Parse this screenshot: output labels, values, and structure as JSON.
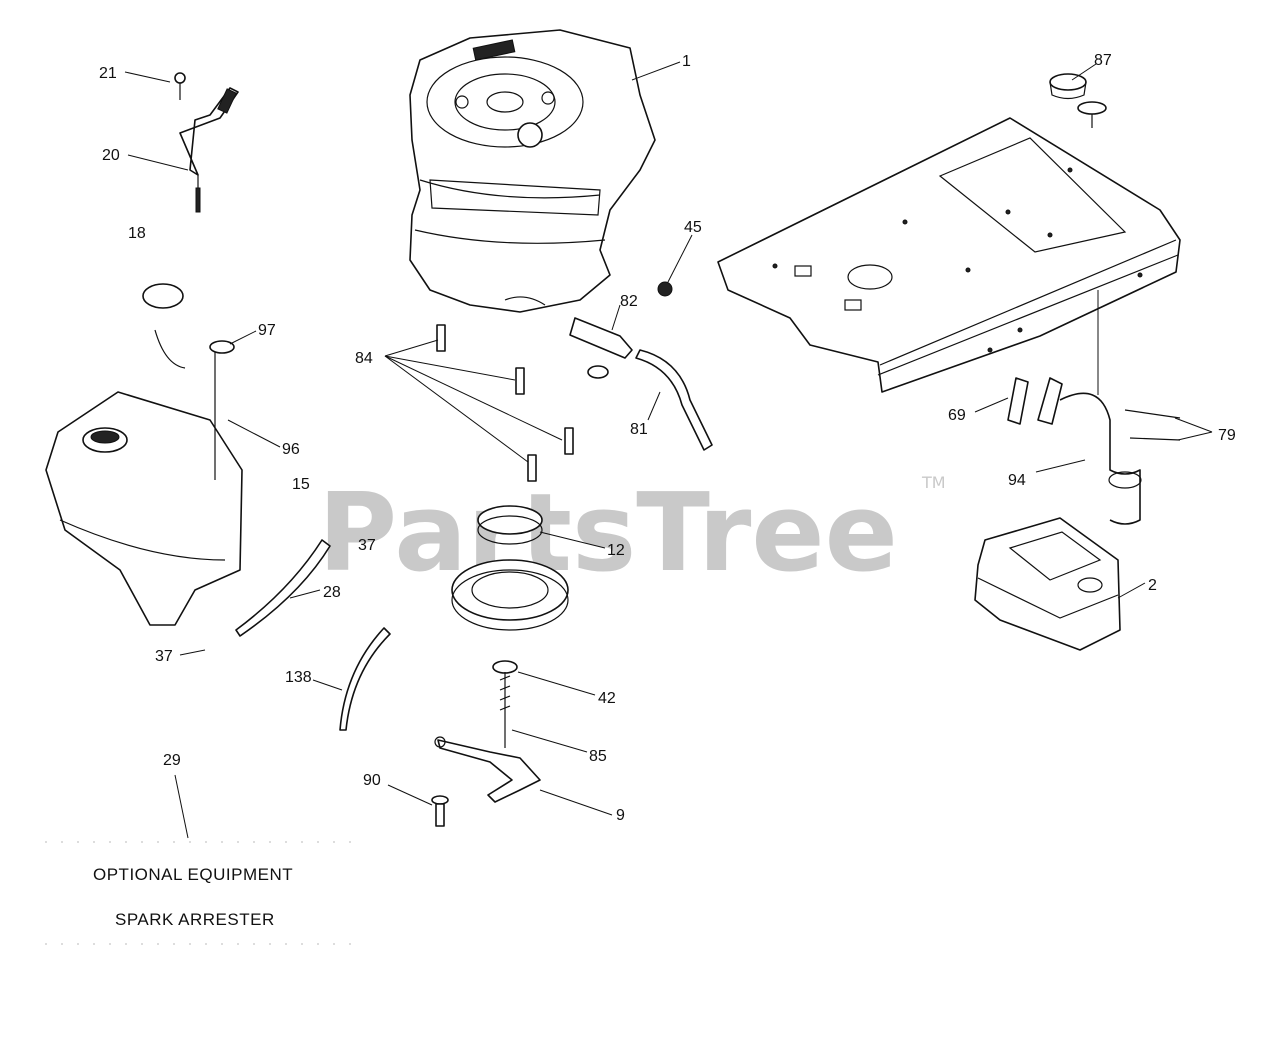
{
  "watermark": {
    "brand": "PartsTree",
    "trademark": "TM"
  },
  "captions": {
    "optional": "OPTIONAL EQUIPMENT",
    "spark": "SPARK ARRESTER"
  },
  "callouts": [
    {
      "id": "c1",
      "text": "1"
    },
    {
      "id": "c2",
      "text": "2"
    },
    {
      "id": "c9",
      "text": "9"
    },
    {
      "id": "c12",
      "text": "12"
    },
    {
      "id": "c15",
      "text": "15"
    },
    {
      "id": "c18",
      "text": "18"
    },
    {
      "id": "c20",
      "text": "20"
    },
    {
      "id": "c21",
      "text": "21"
    },
    {
      "id": "c28",
      "text": "28"
    },
    {
      "id": "c29",
      "text": "29"
    },
    {
      "id": "c37a",
      "text": "37"
    },
    {
      "id": "c37b",
      "text": "37"
    },
    {
      "id": "c42",
      "text": "42"
    },
    {
      "id": "c45",
      "text": "45"
    },
    {
      "id": "c69",
      "text": "69"
    },
    {
      "id": "c79",
      "text": "79"
    },
    {
      "id": "c81",
      "text": "81"
    },
    {
      "id": "c82",
      "text": "82"
    },
    {
      "id": "c84",
      "text": "84"
    },
    {
      "id": "c85",
      "text": "85"
    },
    {
      "id": "c87",
      "text": "87"
    },
    {
      "id": "c90",
      "text": "90"
    },
    {
      "id": "c94",
      "text": "94"
    },
    {
      "id": "c96",
      "text": "96"
    },
    {
      "id": "c97",
      "text": "97"
    },
    {
      "id": "c138",
      "text": "138"
    }
  ]
}
